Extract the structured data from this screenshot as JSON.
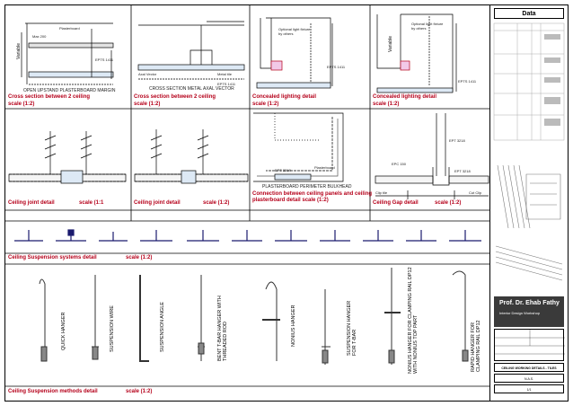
{
  "sheet": {
    "side_title": "Data",
    "logo_line1": "Prof. Dr. Ehab Fathy",
    "logo_line2": "Interior Design Workshop",
    "project_value": "CEILING WORKING DETAILS - TILES",
    "scale_value": "N.A.S.",
    "sheet_value": "1/1"
  },
  "row1": {
    "d1_title": "Cross section between 2 ceiling",
    "d1_scale": "scale (1:2)",
    "d1_caption": "OPEN UPSTAND PLASTERBOARD MARGIN",
    "d1_note1": "Plasterboard",
    "d1_note2": "Max 200",
    "d1_note3": "Variable",
    "d1_note4": "EPTS 1411",
    "d2_title": "Cross section between 2 ceiling",
    "d2_scale": "scale (1:2)",
    "d2_caption": "CROSS SECTION METAL AXAL VECTOR",
    "d2_note1": "Axal Vector",
    "d2_note2": "Metal tile",
    "d2_note3": "EPTS 1411",
    "d3_title": "Concealed lighting detail",
    "d3_scale": "scale (1:2)",
    "d3_note1": "Optional light fixture by others",
    "d3_note2": "EPTS 1411",
    "d4_title": "Concealed lighting detail",
    "d4_scale": "scale (1:2)",
    "d4_note1": "Optional light fixture by others",
    "d4_note2": "EPTS 1411",
    "d4_note3": "Variable"
  },
  "row2": {
    "d1_title": "Ceiling joint detail",
    "d1_scale": "scale (1:1",
    "d2_title": "Ceiling joint detail",
    "d2_scale": "scale (1:2)",
    "d3_title": "Connection between ceiling panels and ceiling plasterboard detail",
    "d3_scale": "scale (1:2)",
    "d3_caption": "PLASTERBOARD PERIMETER BULKHEAD",
    "d3_note1": "Plasterboard",
    "d3_note2": "EPT 3218",
    "d4_title": "Ceiling Gap detail",
    "d4_scale": "scale (1:2)",
    "d4_note1": "EPT 3218",
    "d4_note2": "EPC 150",
    "d4_note3": "EPT 3218",
    "d4_note4": "Clip tile",
    "d4_note5": "Cut Clip"
  },
  "row3": {
    "title": "Ceiling Suspension systems detail",
    "scale": "scale (1:2)"
  },
  "row4": {
    "title": "Ceiling Suspension methods detail",
    "scale": "scale (1:2)",
    "items": [
      "QUICK HANGER",
      "SUSPENSION WIRE",
      "SUSPENSION ANGLE",
      "BENT T-BAR HANGER WITH THREADED ROD",
      "NONIUS HANGER",
      "SUSPENSION HANGER FOR T-BAR",
      "NONIUS HANGER FOR CLAMPING RAIL DP12 WITH NONIUS TOP PART",
      "RAPID HANGER FOR CLAMPING RAIL DP12"
    ]
  }
}
